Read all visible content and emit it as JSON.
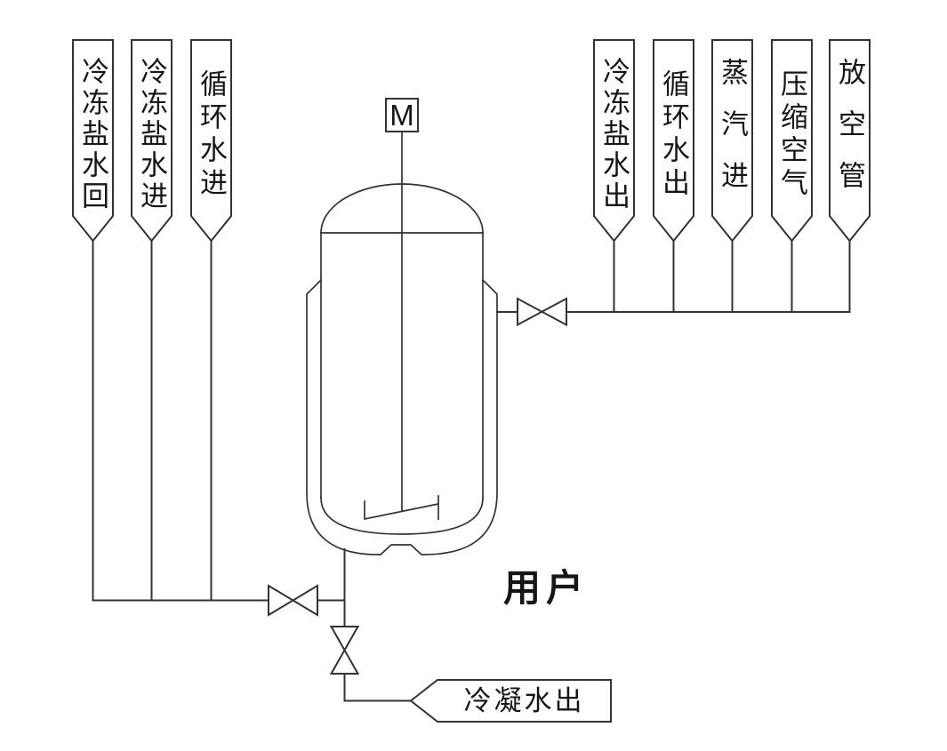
{
  "colors": {
    "background": "#ffffff",
    "line": "#333333",
    "text": "#161616"
  },
  "title": "用户",
  "motor_label": "M",
  "left_streams": [
    {
      "label": "冷冻盐水回"
    },
    {
      "label": "冷冻盐水进"
    },
    {
      "label": "循环水进"
    }
  ],
  "right_streams": [
    {
      "label": "冷冻盐水出"
    },
    {
      "label": "循环水出"
    },
    {
      "label": "蒸汽进"
    },
    {
      "label": "压缩空气"
    },
    {
      "label": "放空管"
    }
  ],
  "bottom_stream": {
    "label": "冷凝水出"
  }
}
